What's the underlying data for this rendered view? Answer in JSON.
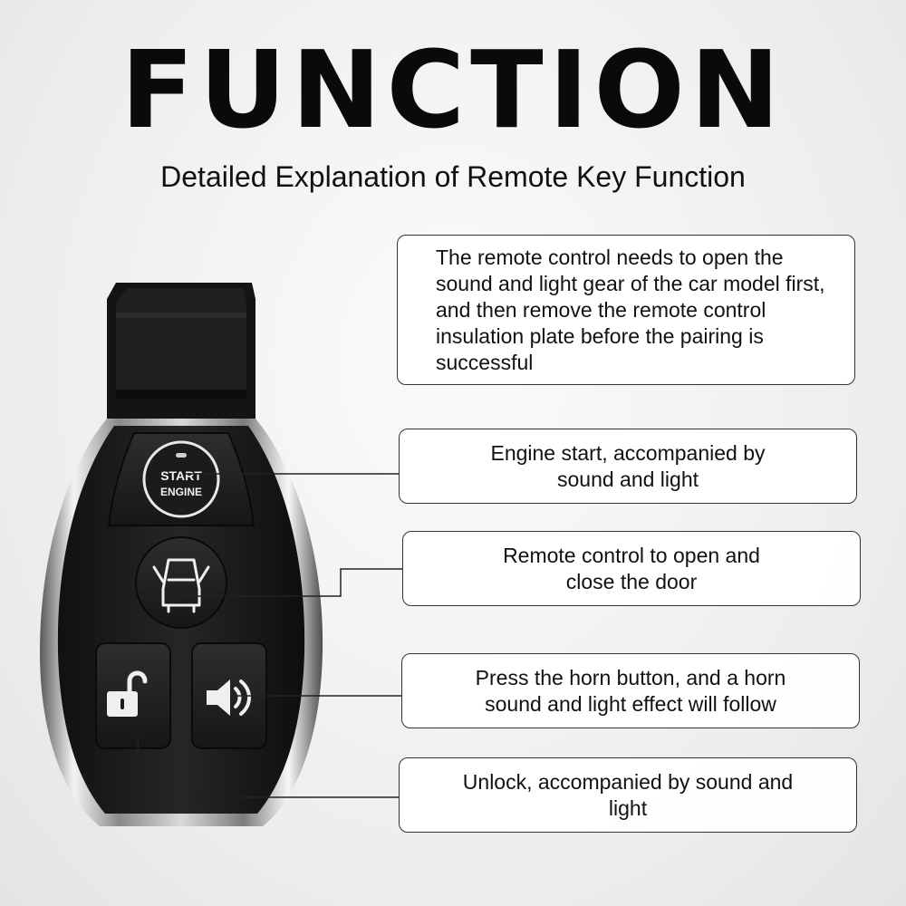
{
  "header": {
    "title": "FUNCTION",
    "subtitle": "Detailed Explanation of Remote Key Function"
  },
  "callouts": [
    {
      "text": "The remote control needs to open the sound and light gear of the car model first, and then remove the remote control insulation plate before the pairing is successful"
    },
    {
      "text": "Engine start, accompanied by sound and light"
    },
    {
      "text": "Remote control to open and close the door"
    },
    {
      "text": "Press the horn button, and a horn sound and light effect will follow"
    },
    {
      "text": "Unlock, accompanied by sound and light"
    }
  ],
  "key_fob": {
    "start_button_line1": "START",
    "start_button_line2": "ENGINE",
    "icons": [
      "door-icon",
      "unlock-icon",
      "horn-icon"
    ]
  }
}
